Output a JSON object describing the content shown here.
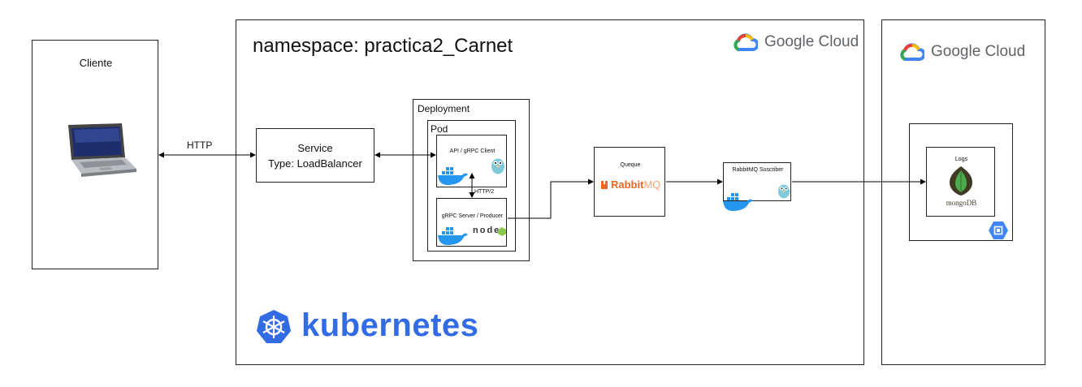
{
  "client": {
    "title": "Cliente"
  },
  "edges": {
    "http": "HTTP",
    "http2": "HTTP/2"
  },
  "namespace": {
    "title": "namespace: practica2_Carnet"
  },
  "google_cloud": {
    "brand": "Google Cloud",
    "brand2": "Google Cloud"
  },
  "service": {
    "line1": "Service",
    "line2": "Type: LoadBalancer"
  },
  "deployment": {
    "title": "Deployment"
  },
  "pod": {
    "title": "Pod"
  },
  "api_client": {
    "label": "API / gRPC Client"
  },
  "grpc_server": {
    "label": "gRPC Server / Producer",
    "node_logo": "node"
  },
  "queue": {
    "title": "Queque",
    "logo_rabbit": "Rabbit",
    "logo_mq": "MQ"
  },
  "subscriber": {
    "label": "RabbitMQ Suscriber"
  },
  "logs": {
    "title": "Logs",
    "db_logo": "mongoDB"
  },
  "kubernetes": {
    "wordmark": "kubernetes"
  },
  "colors": {
    "k8s_blue": "#326ce5",
    "rabbit_orange": "#f26522",
    "mongo_green": "#4fa94d",
    "docker_blue": "#2496ed"
  }
}
